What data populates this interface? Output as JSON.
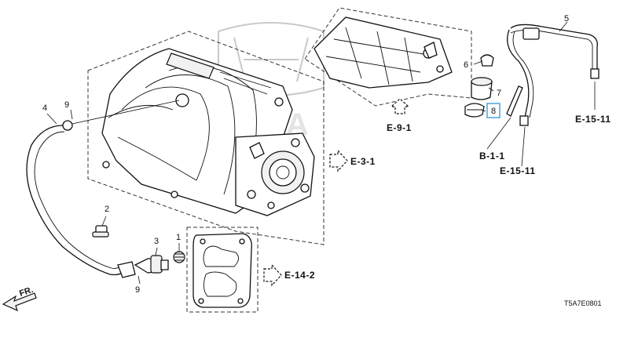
{
  "watermark": {
    "brand_text": "HONDA"
  },
  "callouts": {
    "c1": "1",
    "c2": "2",
    "c3": "3",
    "c4": "4",
    "c5": "5",
    "c6": "6",
    "c7": "7",
    "c8": "8",
    "c9_top": "9",
    "c9_bottom": "9"
  },
  "highlighted_callout": "8",
  "references": {
    "e31": "E-3-1",
    "e91": "E-9-1",
    "e142": "E-14-2",
    "e1511_right": "E-15-11",
    "e1511_mid": "E-15-11",
    "b11": "B-1-1"
  },
  "front_indicator": "FR.",
  "diagram_code": "T5A7E0801",
  "colors": {
    "highlight_box": "#4aa3df",
    "line": "#111111"
  }
}
